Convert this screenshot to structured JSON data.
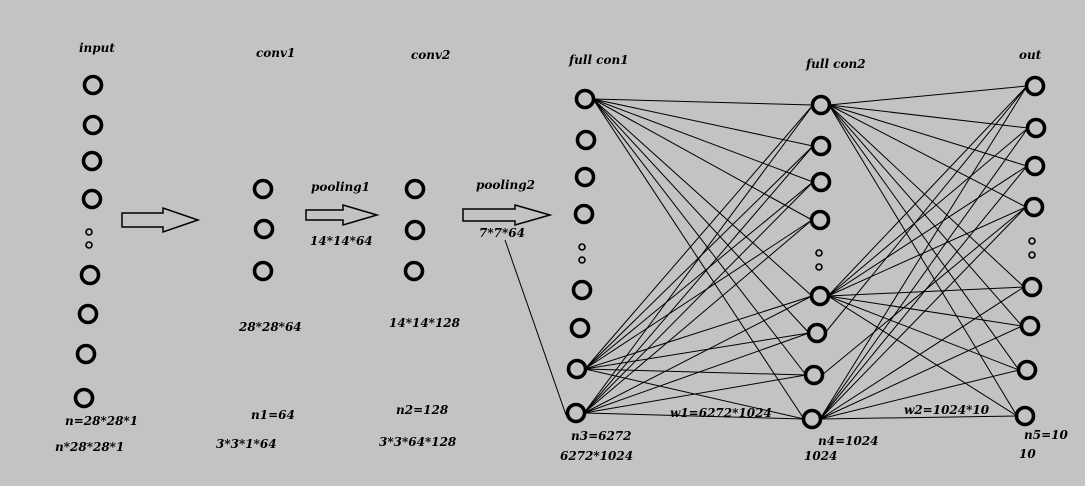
{
  "colors": {
    "background": "#c3c3c3",
    "stroke": "#000000",
    "arrow_fill": "#c3c3c3"
  },
  "labels": {
    "input": "input",
    "conv1": "conv1",
    "conv2": "conv2",
    "full_con1": "full con1",
    "full_con2": "full con2",
    "out": "out",
    "pooling1": "pooling1",
    "pooling2": "pooling2",
    "pool1_size": "14*14*64",
    "pool2_size": "7*7*64",
    "conv1_size": "28*28*64",
    "conv2_size": "14*14*128",
    "n": "n=28*28*1",
    "n_shape": "n*28*28*1",
    "n1": "n1=64",
    "n1_kernel": "3*3*1*64",
    "n2": "n2=128",
    "n2_kernel": "3*3*64*128",
    "n3": "n3=6272",
    "n3_weights": "6272*1024",
    "w1": "w1=6272*1024",
    "n4": "n4=1024",
    "n4_bias": "1024",
    "w2": "w2=1024*10",
    "n5": "n5=10",
    "n5_bias": "10"
  }
}
